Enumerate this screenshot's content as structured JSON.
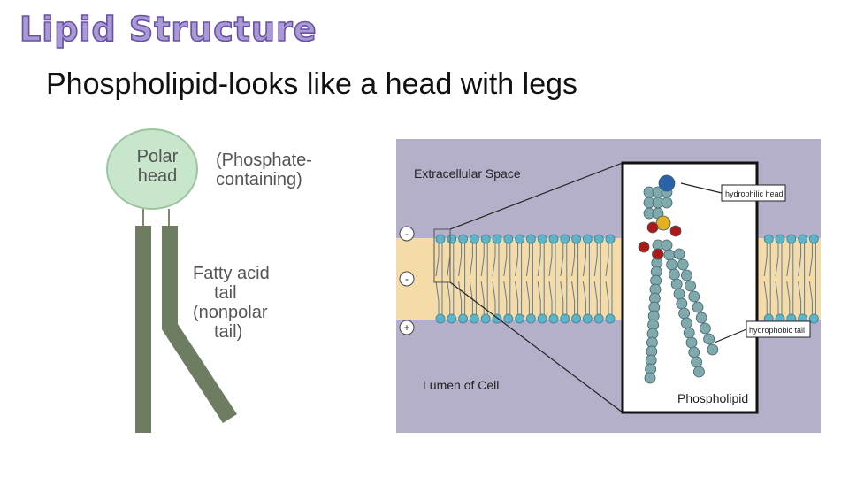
{
  "title": "Lipid Structure",
  "subtitle": {
    "term": "Phospholipid",
    "rest": "-looks like a head with legs"
  },
  "left_diagram": {
    "head_line1": "Polar",
    "head_line2": "head",
    "head_note_line1": "(Phosphate-",
    "head_note_line2": "containing)",
    "tail_line1": "Fatty acid",
    "tail_line2": "tail",
    "tail_line3": "(nonpolar",
    "tail_line4": "tail)"
  },
  "membrane": {
    "extracellular": "Extracellular Space",
    "lumen": "Lumen of Cell",
    "hydrophilic": "hydrophilic head",
    "hydrophobic": "hydrophobic tail",
    "phospholipid": "Phospholipid",
    "charge_top": "-",
    "charge_mid": "-",
    "charge_bot": "+"
  },
  "colors": {
    "title_fill": "#a89bd4",
    "title_stroke": "#6a4fa8",
    "head_fill": "#c8e6cc",
    "tail": "#6b7a5a",
    "panel_bg": "#b3afc8",
    "bilayer": "#f7dca6",
    "bead": "#5fb3c9"
  }
}
